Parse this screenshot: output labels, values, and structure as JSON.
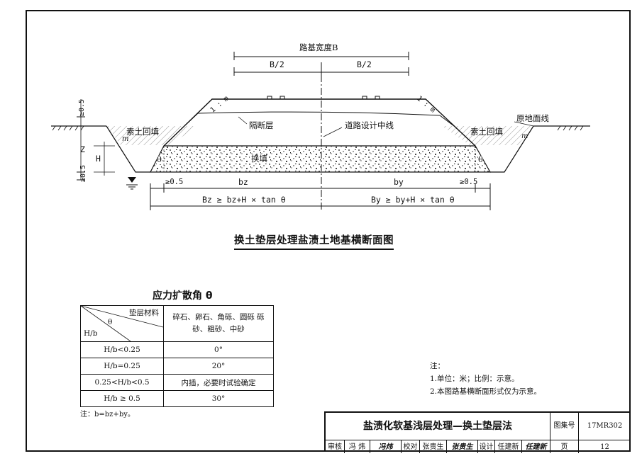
{
  "drawing": {
    "roadbed_width_label": "路基宽度B",
    "half_left": "B/2",
    "half_right": "B/2",
    "slope_left": "1 : m",
    "slope_right": "1 : m",
    "dim_05_top": "≥0.5",
    "dim_05_bottom": "≥0.5",
    "dim_z": "Z",
    "dim_h": "H",
    "backfill_left": "素土回填",
    "backfill_right": "素土回填",
    "barrier_layer": "隔断层",
    "centerline": "道路设计中线",
    "original_ground": "原地面线",
    "replacement_fill": "换填",
    "theta_left": "θ",
    "theta_right": "θ",
    "m_left": "m",
    "m_right": "m",
    "base_left_min": "≥0.5",
    "base_right_min": "≥0.5",
    "bz": "bz",
    "by": "by",
    "Bz_formula": "Bz ≥ bz+H × tan θ",
    "By_formula": "By ≥ by+H × tan θ"
  },
  "figure_title": "换土垫层处理盐渍土地基横断面图",
  "table": {
    "title": "应力扩散角 θ",
    "header_corner_top": "垫层材料",
    "header_corner_mid": "θ",
    "header_corner_bottom": "H/b",
    "header_material": "碎石、卵石、角砾、圆砾 砾砂、粗砂、中砂",
    "rows": [
      {
        "ratio": "H/b<0.25",
        "angle": "0°"
      },
      {
        "ratio": "H/b=0.25",
        "angle": "20°"
      },
      {
        "ratio": "0.25<H/b<0.5",
        "angle": "内插，必要时试验确定"
      },
      {
        "ratio": "H/b ≥ 0.5",
        "angle": "30°"
      }
    ],
    "note": "注：b=bz+by。"
  },
  "notes": {
    "heading": "注：",
    "items": [
      "1.单位：米；比例：示意。",
      "2.本图路基横断面形式仅为示意。"
    ]
  },
  "titleblock": {
    "title": "盐渍化软基浅层处理—换土垫层法",
    "atlas_label": "图集号",
    "atlas_no": "17MR302",
    "review_label": "审核",
    "reviewer": "冯 炜",
    "proof_label": "校对",
    "proofer": "张贵生",
    "design_label": "设计",
    "designer": "任建新",
    "page_label": "页",
    "page_no": "12"
  },
  "colors": {
    "ink": "#111111",
    "paper": "#ffffff"
  }
}
